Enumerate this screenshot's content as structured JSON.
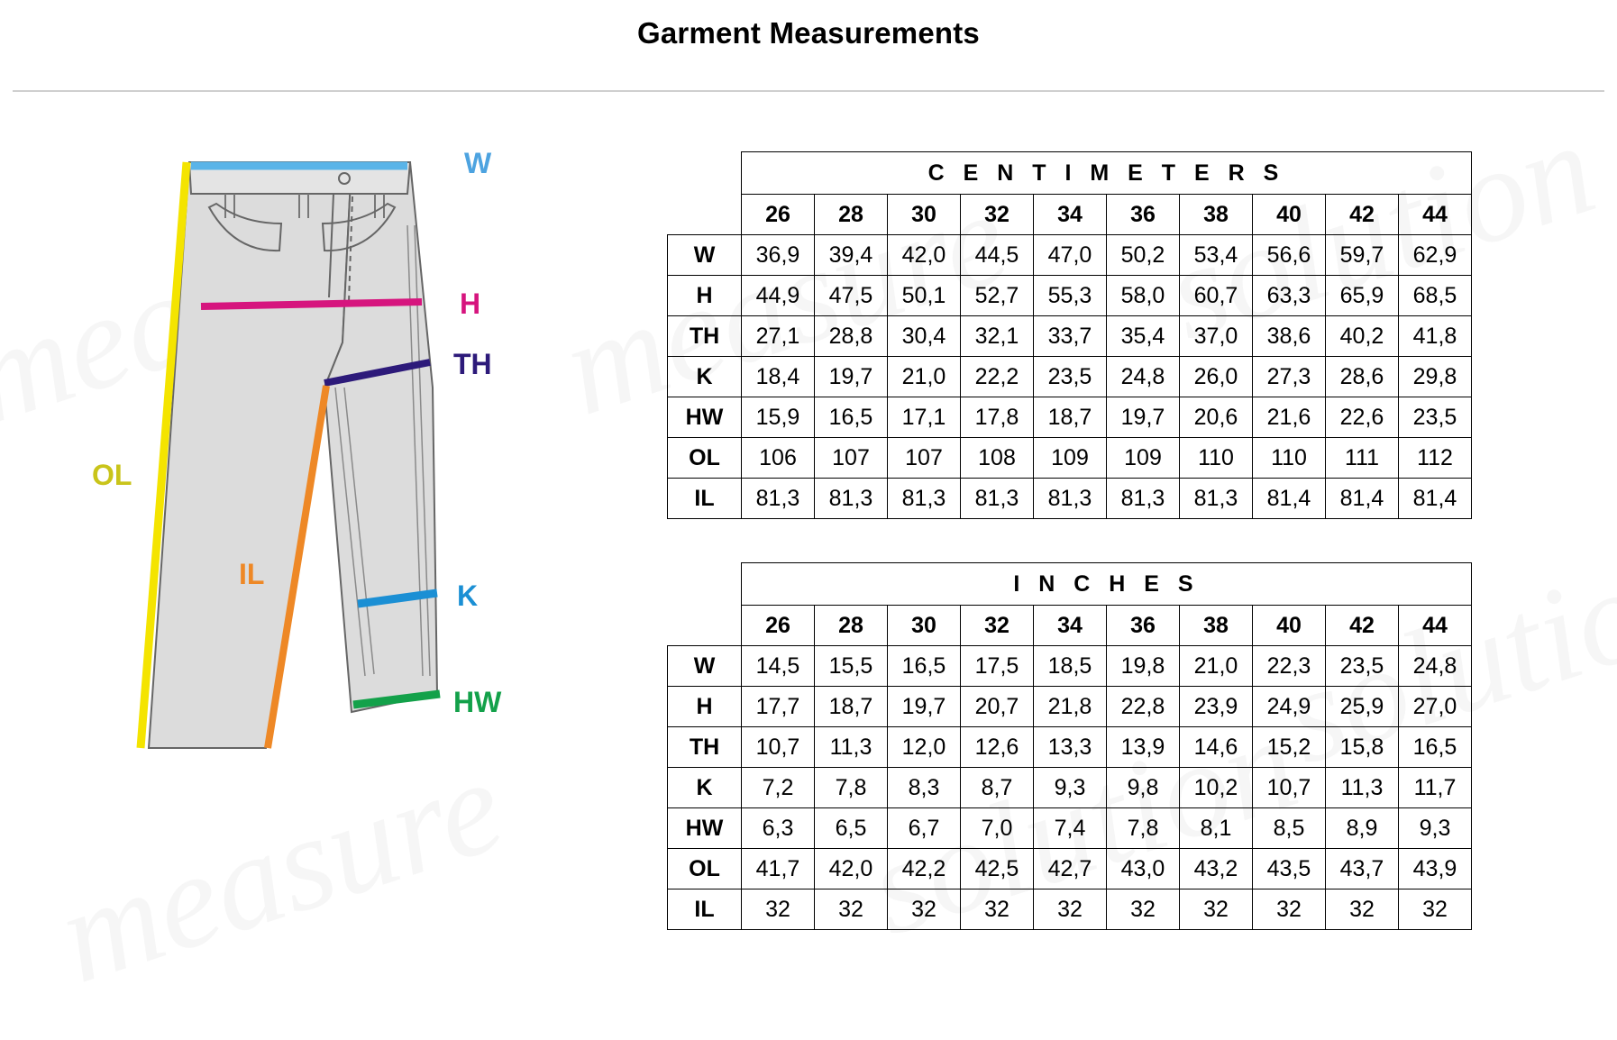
{
  "header": {
    "title": "Garment Measurements"
  },
  "watermark": {
    "words": [
      "measure",
      "solution",
      "measure",
      "solution",
      "measure",
      "solution"
    ]
  },
  "diagram": {
    "name": "jeans-measurement-diagram",
    "labels": [
      {
        "key": "W",
        "text": "W",
        "color": "#4da3e0"
      },
      {
        "key": "H",
        "text": "H",
        "color": "#d6157e"
      },
      {
        "key": "TH",
        "text": "TH",
        "color": "#2d1a7a"
      },
      {
        "key": "K",
        "text": "K",
        "color": "#1b8fd4"
      },
      {
        "key": "HW",
        "text": "HW",
        "color": "#13a14a"
      },
      {
        "key": "OL",
        "text": "OL",
        "color": "#c9c41a"
      },
      {
        "key": "IL",
        "text": "IL",
        "color": "#ee8826"
      }
    ],
    "colors": {
      "waist": "#5ab4e8",
      "hip": "#d6157e",
      "thigh": "#2d1a7a",
      "knee": "#1b8fd4",
      "hem": "#13a14a",
      "outseam": "#f4e400",
      "inseam": "#ee8826",
      "fabric": "#dcdcdc",
      "outline": "#555555"
    }
  },
  "tables": [
    {
      "id": "centimeters",
      "unit_title": "C E N T I M E T E R S",
      "sizes": [
        "26",
        "28",
        "30",
        "32",
        "34",
        "36",
        "38",
        "40",
        "42",
        "44"
      ],
      "rows": [
        {
          "label": "W",
          "values": [
            "36,9",
            "39,4",
            "42,0",
            "44,5",
            "47,0",
            "50,2",
            "53,4",
            "56,6",
            "59,7",
            "62,9"
          ]
        },
        {
          "label": "H",
          "values": [
            "44,9",
            "47,5",
            "50,1",
            "52,7",
            "55,3",
            "58,0",
            "60,7",
            "63,3",
            "65,9",
            "68,5"
          ]
        },
        {
          "label": "TH",
          "values": [
            "27,1",
            "28,8",
            "30,4",
            "32,1",
            "33,7",
            "35,4",
            "37,0",
            "38,6",
            "40,2",
            "41,8"
          ]
        },
        {
          "label": "K",
          "values": [
            "18,4",
            "19,7",
            "21,0",
            "22,2",
            "23,5",
            "24,8",
            "26,0",
            "27,3",
            "28,6",
            "29,8"
          ]
        },
        {
          "label": "HW",
          "values": [
            "15,9",
            "16,5",
            "17,1",
            "17,8",
            "18,7",
            "19,7",
            "20,6",
            "21,6",
            "22,6",
            "23,5"
          ]
        },
        {
          "label": "OL",
          "values": [
            "106",
            "107",
            "107",
            "108",
            "109",
            "109",
            "110",
            "110",
            "111",
            "112"
          ]
        },
        {
          "label": "IL",
          "values": [
            "81,3",
            "81,3",
            "81,3",
            "81,3",
            "81,3",
            "81,3",
            "81,3",
            "81,4",
            "81,4",
            "81,4"
          ]
        }
      ]
    },
    {
      "id": "inches",
      "unit_title": "I N C H E S",
      "sizes": [
        "26",
        "28",
        "30",
        "32",
        "34",
        "36",
        "38",
        "40",
        "42",
        "44"
      ],
      "rows": [
        {
          "label": "W",
          "values": [
            "14,5",
            "15,5",
            "16,5",
            "17,5",
            "18,5",
            "19,8",
            "21,0",
            "22,3",
            "23,5",
            "24,8"
          ]
        },
        {
          "label": "H",
          "values": [
            "17,7",
            "18,7",
            "19,7",
            "20,7",
            "21,8",
            "22,8",
            "23,9",
            "24,9",
            "25,9",
            "27,0"
          ]
        },
        {
          "label": "TH",
          "values": [
            "10,7",
            "11,3",
            "12,0",
            "12,6",
            "13,3",
            "13,9",
            "14,6",
            "15,2",
            "15,8",
            "16,5"
          ]
        },
        {
          "label": "K",
          "values": [
            "7,2",
            "7,8",
            "8,3",
            "8,7",
            "9,3",
            "9,8",
            "10,2",
            "10,7",
            "11,3",
            "11,7"
          ]
        },
        {
          "label": "HW",
          "values": [
            "6,3",
            "6,5",
            "6,7",
            "7,0",
            "7,4",
            "7,8",
            "8,1",
            "8,5",
            "8,9",
            "9,3"
          ]
        },
        {
          "label": "OL",
          "values": [
            "41,7",
            "42,0",
            "42,2",
            "42,5",
            "42,7",
            "43,0",
            "43,2",
            "43,5",
            "43,7",
            "43,9"
          ]
        },
        {
          "label": "IL",
          "values": [
            "32",
            "32",
            "32",
            "32",
            "32",
            "32",
            "32",
            "32",
            "32",
            "32"
          ]
        }
      ]
    }
  ]
}
